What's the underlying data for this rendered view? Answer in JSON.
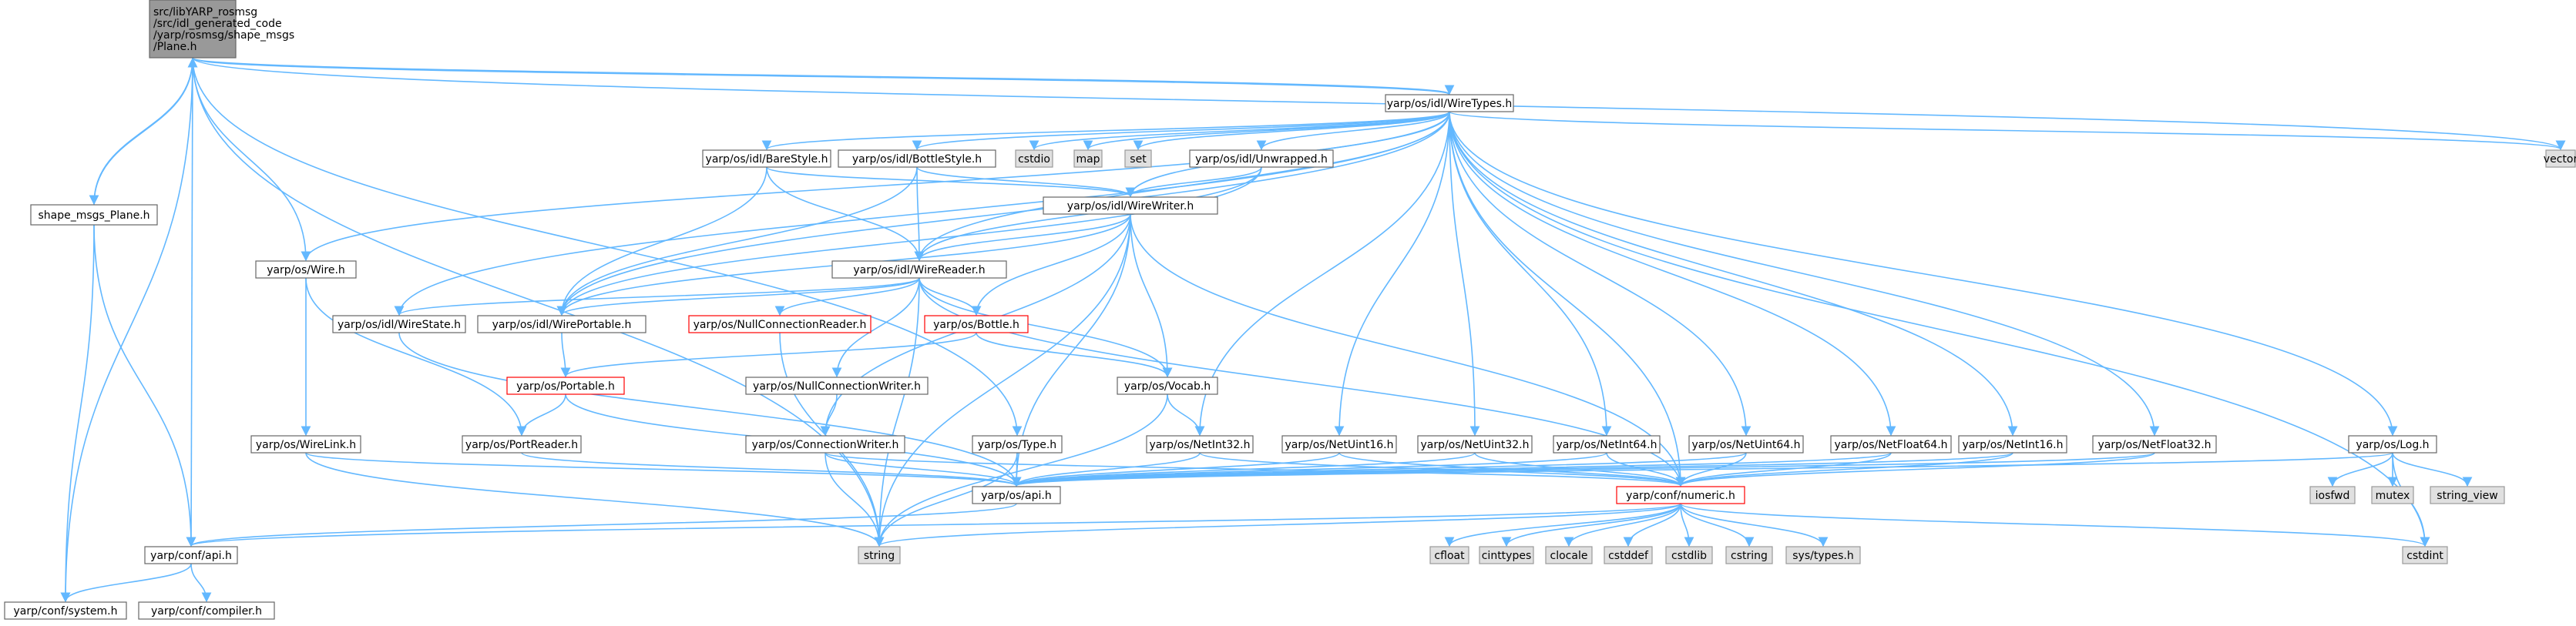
{
  "colors": {
    "edge": "#63b8ff",
    "root_fill": "#999999",
    "root_border": "#666666",
    "file_fill": "#ffffff",
    "file_border": "#666666",
    "incomplete_border": "#ff0000",
    "system_fill": "#e0e0e0",
    "system_border": "#999999"
  },
  "nodes": [
    {
      "id": "root",
      "kind": "root",
      "lines": [
        "src/libYARP_rosmsg",
        "/src/idl_generated_code",
        "/yarp/rosmsg/shape_msgs",
        "/Plane.h"
      ]
    },
    {
      "id": "shape_plane",
      "kind": "file",
      "lines": [
        "shape_msgs_Plane.h"
      ]
    },
    {
      "id": "wiretypes",
      "kind": "file",
      "lines": [
        "yarp/os/idl/WireTypes.h"
      ]
    },
    {
      "id": "vector",
      "kind": "system",
      "lines": [
        "vector"
      ]
    },
    {
      "id": "barestyle",
      "kind": "file",
      "lines": [
        "yarp/os/idl/BareStyle.h"
      ]
    },
    {
      "id": "bottlestyle",
      "kind": "file",
      "lines": [
        "yarp/os/idl/BottleStyle.h"
      ]
    },
    {
      "id": "cstdio",
      "kind": "system",
      "lines": [
        "cstdio"
      ]
    },
    {
      "id": "map",
      "kind": "system",
      "lines": [
        "map"
      ]
    },
    {
      "id": "set",
      "kind": "system",
      "lines": [
        "set"
      ]
    },
    {
      "id": "unwrapped",
      "kind": "file",
      "lines": [
        "yarp/os/idl/Unwrapped.h"
      ]
    },
    {
      "id": "wirewriter",
      "kind": "file",
      "lines": [
        "yarp/os/idl/WireWriter.h"
      ]
    },
    {
      "id": "wire",
      "kind": "file",
      "lines": [
        "yarp/os/Wire.h"
      ]
    },
    {
      "id": "wirereader",
      "kind": "file",
      "lines": [
        "yarp/os/idl/WireReader.h"
      ]
    },
    {
      "id": "wirestate",
      "kind": "file",
      "lines": [
        "yarp/os/idl/WireState.h"
      ]
    },
    {
      "id": "wireportable",
      "kind": "file",
      "lines": [
        "yarp/os/idl/WirePortable.h"
      ]
    },
    {
      "id": "nullconnreader",
      "kind": "incomplete",
      "lines": [
        "yarp/os/NullConnectionReader.h"
      ]
    },
    {
      "id": "bottle",
      "kind": "incomplete",
      "lines": [
        "yarp/os/Bottle.h"
      ]
    },
    {
      "id": "portable",
      "kind": "incomplete",
      "lines": [
        "yarp/os/Portable.h"
      ]
    },
    {
      "id": "nullconnwriter",
      "kind": "file",
      "lines": [
        "yarp/os/NullConnectionWriter.h"
      ]
    },
    {
      "id": "vocab",
      "kind": "file",
      "lines": [
        "yarp/os/Vocab.h"
      ]
    },
    {
      "id": "wirelink",
      "kind": "file",
      "lines": [
        "yarp/os/WireLink.h"
      ]
    },
    {
      "id": "portreader",
      "kind": "file",
      "lines": [
        "yarp/os/PortReader.h"
      ]
    },
    {
      "id": "connwriter",
      "kind": "file",
      "lines": [
        "yarp/os/ConnectionWriter.h"
      ]
    },
    {
      "id": "type",
      "kind": "file",
      "lines": [
        "yarp/os/Type.h"
      ]
    },
    {
      "id": "netint32",
      "kind": "file",
      "lines": [
        "yarp/os/NetInt32.h"
      ]
    },
    {
      "id": "netuint16",
      "kind": "file",
      "lines": [
        "yarp/os/NetUint16.h"
      ]
    },
    {
      "id": "netuint32",
      "kind": "file",
      "lines": [
        "yarp/os/NetUint32.h"
      ]
    },
    {
      "id": "netint64",
      "kind": "file",
      "lines": [
        "yarp/os/NetInt64.h"
      ]
    },
    {
      "id": "netuint64",
      "kind": "file",
      "lines": [
        "yarp/os/NetUint64.h"
      ]
    },
    {
      "id": "netfloat64",
      "kind": "file",
      "lines": [
        "yarp/os/NetFloat64.h"
      ]
    },
    {
      "id": "netint16",
      "kind": "file",
      "lines": [
        "yarp/os/NetInt16.h"
      ]
    },
    {
      "id": "netfloat32",
      "kind": "file",
      "lines": [
        "yarp/os/NetFloat32.h"
      ]
    },
    {
      "id": "log",
      "kind": "file",
      "lines": [
        "yarp/os/Log.h"
      ]
    },
    {
      "id": "iosfwd",
      "kind": "system",
      "lines": [
        "iosfwd"
      ]
    },
    {
      "id": "mutex",
      "kind": "system",
      "lines": [
        "mutex"
      ]
    },
    {
      "id": "string_view",
      "kind": "system",
      "lines": [
        "string_view"
      ]
    },
    {
      "id": "osapi",
      "kind": "file",
      "lines": [
        "yarp/os/api.h"
      ]
    },
    {
      "id": "numeric",
      "kind": "incomplete",
      "lines": [
        "yarp/conf/numeric.h"
      ]
    },
    {
      "id": "confapi",
      "kind": "file",
      "lines": [
        "yarp/conf/api.h"
      ]
    },
    {
      "id": "string",
      "kind": "system",
      "lines": [
        "string"
      ]
    },
    {
      "id": "cfloat",
      "kind": "system",
      "lines": [
        "cfloat"
      ]
    },
    {
      "id": "cinttypes",
      "kind": "system",
      "lines": [
        "cinttypes"
      ]
    },
    {
      "id": "clocale",
      "kind": "system",
      "lines": [
        "clocale"
      ]
    },
    {
      "id": "cstddef",
      "kind": "system",
      "lines": [
        "cstddef"
      ]
    },
    {
      "id": "cstdlib",
      "kind": "system",
      "lines": [
        "cstdlib"
      ]
    },
    {
      "id": "cstring",
      "kind": "system",
      "lines": [
        "cstring"
      ]
    },
    {
      "id": "systypes",
      "kind": "system",
      "lines": [
        "sys/types.h"
      ]
    },
    {
      "id": "cstdint",
      "kind": "system",
      "lines": [
        "cstdint"
      ]
    },
    {
      "id": "system",
      "kind": "file",
      "lines": [
        "yarp/conf/system.h"
      ]
    },
    {
      "id": "compiler",
      "kind": "file",
      "lines": [
        "yarp/conf/compiler.h"
      ]
    }
  ],
  "edges": [
    [
      "root",
      "shape_plane"
    ],
    [
      "root",
      "wiretypes"
    ],
    [
      "root",
      "vector"
    ],
    [
      "root",
      "wire"
    ],
    [
      "root",
      "type"
    ],
    [
      "root",
      "confapi"
    ],
    [
      "root",
      "string"
    ],
    [
      "root",
      "system"
    ],
    [
      "shape_plane",
      "root"
    ],
    [
      "shape_plane",
      "confapi"
    ],
    [
      "shape_plane",
      "system"
    ],
    [
      "wiretypes",
      "root"
    ],
    [
      "wiretypes",
      "vector"
    ],
    [
      "wiretypes",
      "barestyle"
    ],
    [
      "wiretypes",
      "bottlestyle"
    ],
    [
      "wiretypes",
      "cstdio"
    ],
    [
      "wiretypes",
      "map"
    ],
    [
      "wiretypes",
      "set"
    ],
    [
      "wiretypes",
      "unwrapped"
    ],
    [
      "wiretypes",
      "wirewriter"
    ],
    [
      "wiretypes",
      "wirereader"
    ],
    [
      "wiretypes",
      "wirestate"
    ],
    [
      "wiretypes",
      "wireportable"
    ],
    [
      "wiretypes",
      "wire"
    ],
    [
      "wiretypes",
      "netint32"
    ],
    [
      "wiretypes",
      "netuint16"
    ],
    [
      "wiretypes",
      "netuint32"
    ],
    [
      "wiretypes",
      "netint64"
    ],
    [
      "wiretypes",
      "netuint64"
    ],
    [
      "wiretypes",
      "netfloat64"
    ],
    [
      "wiretypes",
      "netint16"
    ],
    [
      "wiretypes",
      "netfloat32"
    ],
    [
      "wiretypes",
      "log"
    ],
    [
      "wiretypes",
      "numeric"
    ],
    [
      "wiretypes",
      "cstdint"
    ],
    [
      "barestyle",
      "wirewriter"
    ],
    [
      "barestyle",
      "wirereader"
    ],
    [
      "barestyle",
      "wireportable"
    ],
    [
      "bottlestyle",
      "wirewriter"
    ],
    [
      "bottlestyle",
      "wirereader"
    ],
    [
      "bottlestyle",
      "wireportable"
    ],
    [
      "unwrapped",
      "wirewriter"
    ],
    [
      "unwrapped",
      "wirereader"
    ],
    [
      "unwrapped",
      "wireportable"
    ],
    [
      "wirewriter",
      "wirereader"
    ],
    [
      "wirewriter",
      "wireportable"
    ],
    [
      "wirewriter",
      "bottle"
    ],
    [
      "wirewriter",
      "vocab"
    ],
    [
      "wirewriter",
      "connwriter"
    ],
    [
      "wirewriter",
      "osapi"
    ],
    [
      "wirewriter",
      "numeric"
    ],
    [
      "wirewriter",
      "string"
    ],
    [
      "wire",
      "wirelink"
    ],
    [
      "wire",
      "portreader"
    ],
    [
      "wirereader",
      "wirestate"
    ],
    [
      "wirereader",
      "wireportable"
    ],
    [
      "wirereader",
      "nullconnreader"
    ],
    [
      "wirereader",
      "bottle"
    ],
    [
      "wirereader",
      "nullconnwriter"
    ],
    [
      "wirereader",
      "vocab"
    ],
    [
      "wirereader",
      "numeric"
    ],
    [
      "wirereader",
      "string"
    ],
    [
      "wirestate",
      "osapi"
    ],
    [
      "wireportable",
      "portable"
    ],
    [
      "nullconnreader",
      "string"
    ],
    [
      "bottle",
      "portable"
    ],
    [
      "bottle",
      "vocab"
    ],
    [
      "portable",
      "portreader"
    ],
    [
      "portable",
      "osapi"
    ],
    [
      "nullconnwriter",
      "connwriter"
    ],
    [
      "vocab",
      "netint32"
    ],
    [
      "vocab",
      "string"
    ],
    [
      "wirelink",
      "osapi"
    ],
    [
      "wirelink",
      "string"
    ],
    [
      "portreader",
      "osapi"
    ],
    [
      "connwriter",
      "osapi"
    ],
    [
      "connwriter",
      "numeric"
    ],
    [
      "connwriter",
      "string"
    ],
    [
      "type",
      "osapi"
    ],
    [
      "type",
      "string"
    ],
    [
      "netint32",
      "osapi"
    ],
    [
      "netint32",
      "numeric"
    ],
    [
      "netuint16",
      "osapi"
    ],
    [
      "netuint16",
      "numeric"
    ],
    [
      "netuint32",
      "osapi"
    ],
    [
      "netuint32",
      "numeric"
    ],
    [
      "netint64",
      "osapi"
    ],
    [
      "netint64",
      "numeric"
    ],
    [
      "netuint64",
      "osapi"
    ],
    [
      "netuint64",
      "numeric"
    ],
    [
      "netfloat64",
      "osapi"
    ],
    [
      "netfloat64",
      "numeric"
    ],
    [
      "netint16",
      "osapi"
    ],
    [
      "netint16",
      "numeric"
    ],
    [
      "netfloat32",
      "osapi"
    ],
    [
      "netfloat32",
      "numeric"
    ],
    [
      "log",
      "osapi"
    ],
    [
      "log",
      "iosfwd"
    ],
    [
      "log",
      "mutex"
    ],
    [
      "log",
      "string_view"
    ],
    [
      "log",
      "cstdint"
    ],
    [
      "osapi",
      "confapi"
    ],
    [
      "numeric",
      "confapi"
    ],
    [
      "numeric",
      "string"
    ],
    [
      "numeric",
      "cfloat"
    ],
    [
      "numeric",
      "cinttypes"
    ],
    [
      "numeric",
      "clocale"
    ],
    [
      "numeric",
      "cstddef"
    ],
    [
      "numeric",
      "cstdlib"
    ],
    [
      "numeric",
      "cstring"
    ],
    [
      "numeric",
      "systypes"
    ],
    [
      "numeric",
      "cstdint"
    ],
    [
      "confapi",
      "system"
    ],
    [
      "confapi",
      "compiler"
    ]
  ]
}
